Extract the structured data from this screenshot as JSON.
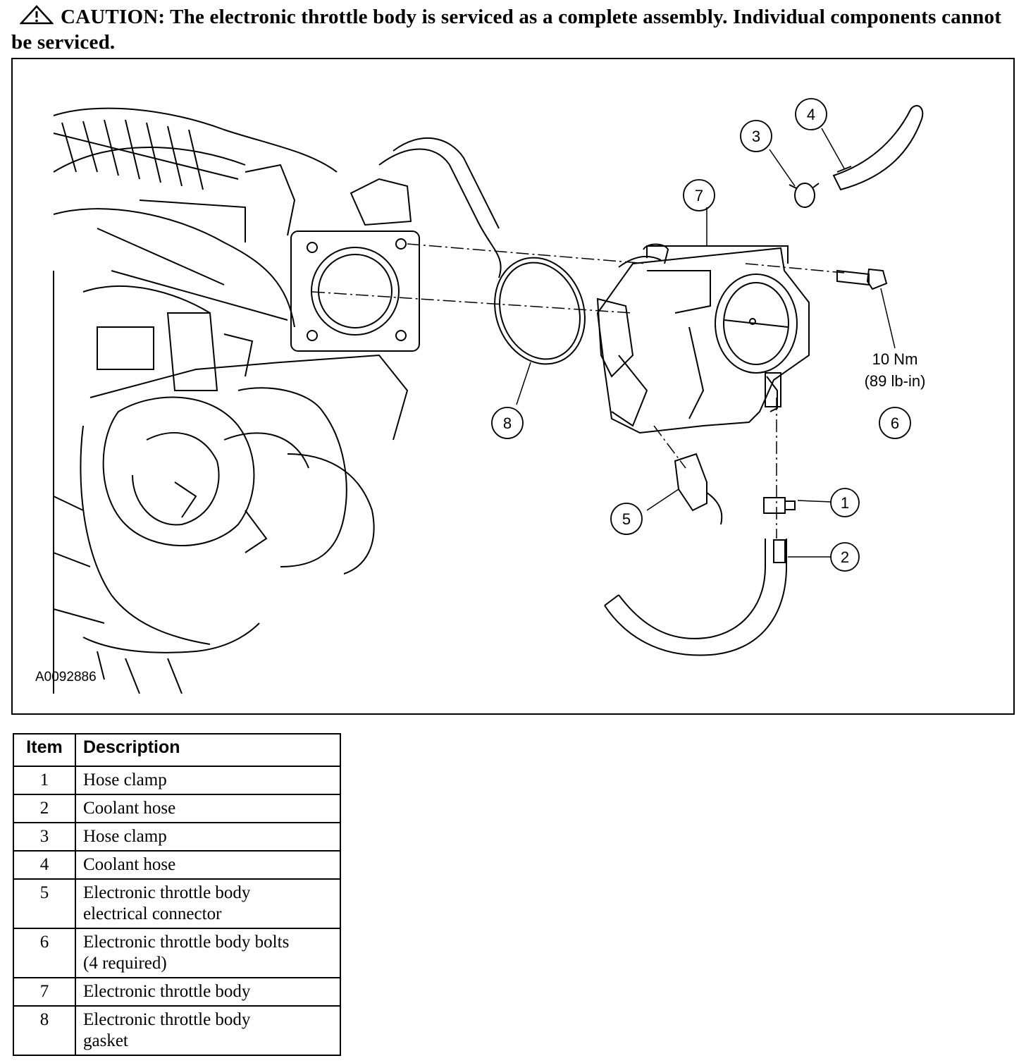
{
  "caution": {
    "icon": "warning-triangle-icon",
    "text": "CAUTION: The electronic throttle body is serviced as a complete assembly. Individual components cannot be serviced."
  },
  "figure": {
    "figure_id": "A0092886",
    "callouts": [
      "1",
      "2",
      "3",
      "4",
      "5",
      "6",
      "7",
      "8"
    ],
    "torque_line1": "10 Nm",
    "torque_line2": "(89 lb-in)"
  },
  "table": {
    "headers": [
      "Item",
      "Description"
    ],
    "rows": [
      {
        "item": "1",
        "desc_line1": "Hose clamp",
        "desc_line2": ""
      },
      {
        "item": "2",
        "desc_line1": "Coolant hose",
        "desc_line2": ""
      },
      {
        "item": "3",
        "desc_line1": "Hose clamp",
        "desc_line2": ""
      },
      {
        "item": "4",
        "desc_line1": "Coolant hose",
        "desc_line2": ""
      },
      {
        "item": "5",
        "desc_line1": "Electronic throttle body",
        "desc_line2": "electrical connector"
      },
      {
        "item": "6",
        "desc_line1": "Electronic throttle body bolts",
        "desc_line2": "(4 required)"
      },
      {
        "item": "7",
        "desc_line1": "Electronic throttle body",
        "desc_line2": ""
      },
      {
        "item": "8",
        "desc_line1": "Electronic throttle body",
        "desc_line2": "gasket"
      }
    ]
  }
}
